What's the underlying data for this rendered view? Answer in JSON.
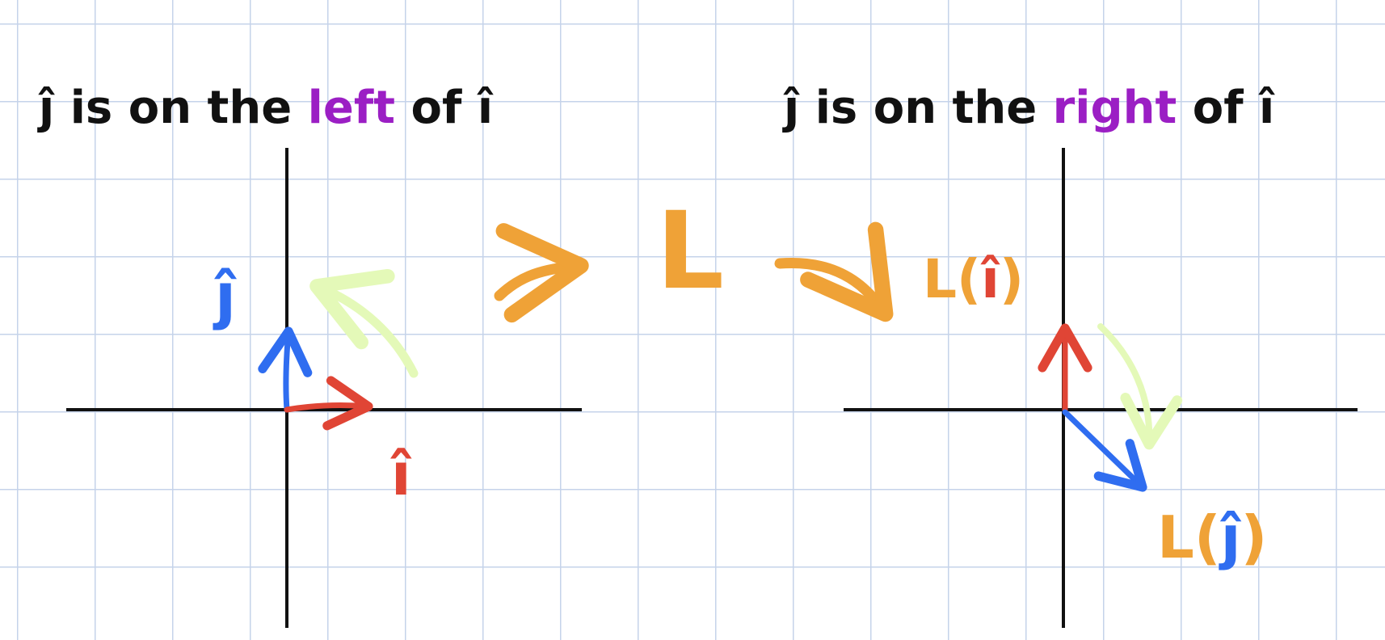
{
  "colors": {
    "ink": "#111111",
    "i_hat": "#e04535",
    "j_hat": "#2f6df0",
    "transform": "#efa237",
    "emphasis": "#9b1fc4",
    "rotation_arrow": "#e4f9b8",
    "grid": "#c5d3ea"
  },
  "left": {
    "title_prefix": "ĵ is on the ",
    "title_keyword": "left",
    "title_suffix": " of î",
    "i_label": "î",
    "j_label": "ĵ"
  },
  "right": {
    "title_prefix": "ĵ is on the ",
    "title_keyword": "right",
    "title_suffix": " of î",
    "Li_func": "L(",
    "Li_arg": "î",
    "Li_close": ")",
    "Lj_func": "L(",
    "Lj_arg": "ĵ",
    "Lj_close": ")"
  },
  "transform_label": "L"
}
